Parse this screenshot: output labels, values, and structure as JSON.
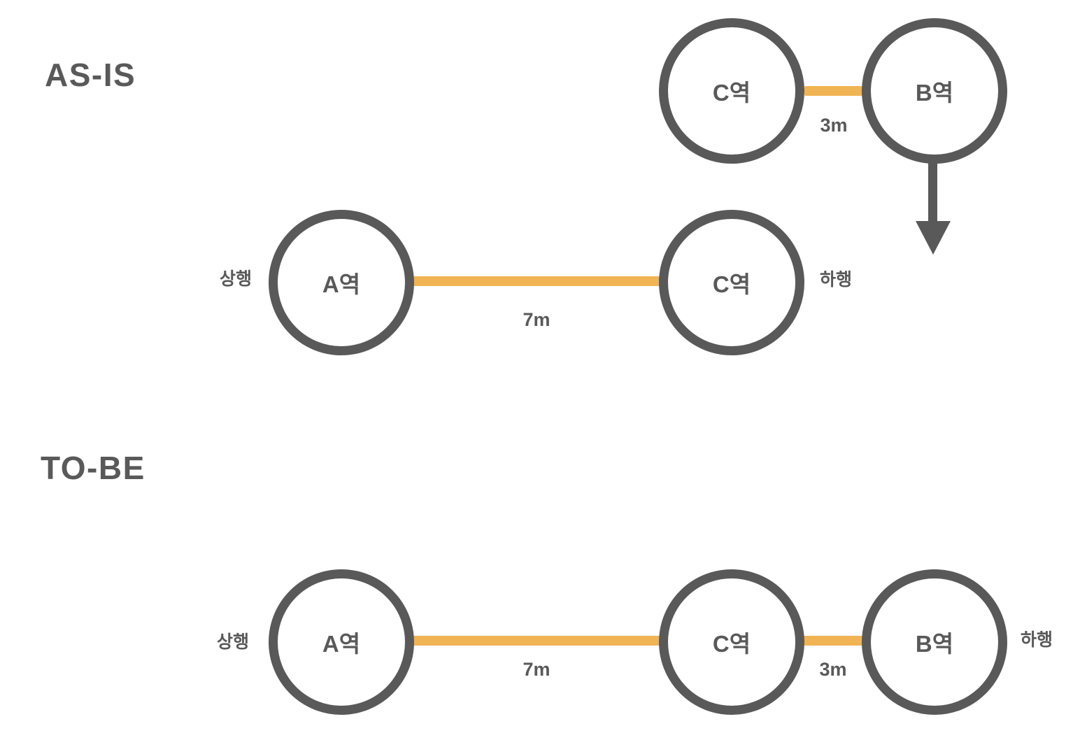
{
  "colors": {
    "accent_line": "#F0B454",
    "node_stroke": "#595959",
    "text": "#595959",
    "background": "#FFFFFF"
  },
  "as_is": {
    "title": "AS-IS",
    "branch_row": {
      "station_c": "C역",
      "station_b": "B역",
      "edge_label": "3m"
    },
    "main_row": {
      "up_label": "상행",
      "station_a": "A역",
      "edge_label": "7m",
      "station_c": "C역",
      "down_label": "하행"
    },
    "arrow": "down"
  },
  "to_be": {
    "title": "TO-BE",
    "main_row": {
      "up_label": "상행",
      "station_a": "A역",
      "edge_ac_label": "7m",
      "station_c": "C역",
      "edge_cb_label": "3m",
      "station_b": "B역",
      "down_label": "하행"
    }
  }
}
